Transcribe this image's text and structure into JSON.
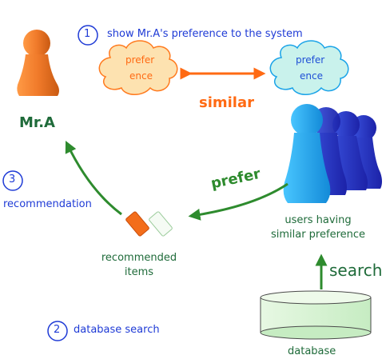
{
  "steps": [
    {
      "number": "1",
      "label": "show Mr.A's preference to the system"
    },
    {
      "number": "2",
      "label": "database search"
    },
    {
      "number": "3",
      "label": "recommendation"
    }
  ],
  "mr_a": {
    "label": "Mr.A"
  },
  "preferences": {
    "left_cloud": {
      "line1": "prefer",
      "line2": "ence"
    },
    "right_cloud": {
      "line1": "prefer",
      "line2": "ence"
    },
    "relation_label": "similar"
  },
  "users": {
    "label_line1": "users having",
    "label_line2": "similar preference"
  },
  "edges": {
    "prefer_label": "prefer",
    "search_label": "search"
  },
  "items": {
    "label_line1": "recommended",
    "label_line2": "items"
  },
  "database": {
    "label": "database"
  },
  "colors": {
    "step_blue": "#1f3bd6",
    "mr_a_orange": "#f07a2a",
    "arrow_green": "#2e8b2e",
    "label_green": "#1f6b3a",
    "similar_orange": "#ff6a13",
    "cloud_left_fill": "#fde2b0",
    "cloud_right_fill": "#c9f2ec",
    "database_fill": "#d9f3d6",
    "users_blue": "#1aa3e8",
    "users_dark": "#2a2fb8"
  }
}
